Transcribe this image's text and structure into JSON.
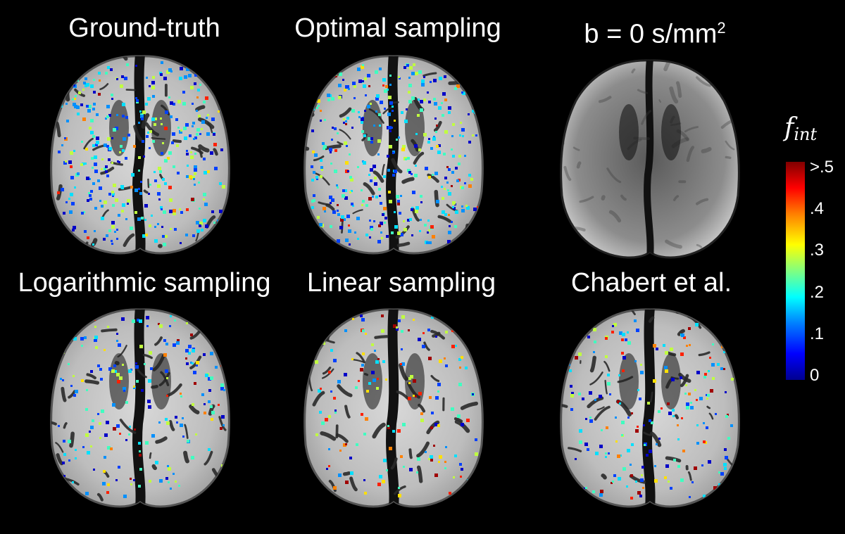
{
  "panels": [
    {
      "title": "Ground-truth",
      "overlay": true,
      "dens": 0.55,
      "hot": 0.08
    },
    {
      "title": "Optimal sampling",
      "overlay": true,
      "dens": 0.6,
      "hot": 0.12
    },
    {
      "title": "b = 0 s/mm",
      "superscript": "2",
      "overlay": false
    },
    {
      "title": "Logarithmic sampling",
      "overlay": true,
      "dens": 0.3,
      "hot": 0.15
    },
    {
      "title": "Linear sampling",
      "overlay": true,
      "dens": 0.25,
      "hot": 0.35
    },
    {
      "title": "Chabert et al.",
      "overlay": true,
      "dens": 0.3,
      "hot": 0.25
    }
  ],
  "colorbar": {
    "label": "f",
    "label_sub": "int",
    "ticks": [
      ">.5",
      ".4",
      ".3",
      ".2",
      ".1",
      "0"
    ],
    "colormap": "jet"
  }
}
